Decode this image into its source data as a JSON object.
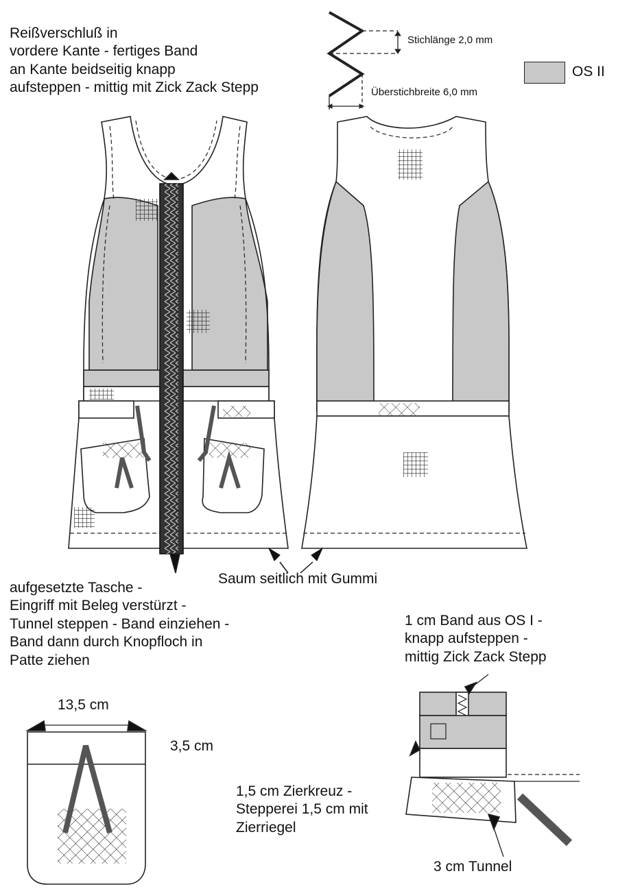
{
  "colors": {
    "fabric_os2": "#c8c8c8",
    "line": "#222222",
    "zipper": "#333333",
    "white": "#ffffff"
  },
  "legend": {
    "label": "OS II"
  },
  "stitch": {
    "length": "Stichlänge 2,0 mm",
    "width": "Überstichbreite 6,0 mm"
  },
  "notes": {
    "zipper": [
      "Reißverschluß in",
      "vordere Kante - fertiges Band",
      "an Kante beidseitig knapp",
      "aufsteppen - mittig mit Zick Zack Stepp"
    ],
    "hem": "Saum seitlich mit Gummi",
    "pocket": [
      "aufgesetzte Tasche -",
      "Eingriff mit Beleg verstürzt -",
      "Tunnel steppen - Band einziehen -",
      "Band dann durch Knopfloch in",
      "Patte ziehen"
    ],
    "band": [
      "1 cm Band aus OS I  -",
      "knapp aufsteppen -",
      "mittig Zick Zack Stepp"
    ],
    "zierkreuz": [
      "1,5 cm Zierkreuz -",
      "Stepperei 1,5 cm mit",
      "Zierriegel"
    ],
    "tunnel": "3 cm Tunnel"
  },
  "pocket_detail": {
    "width": "13,5 cm",
    "height": "3,5 cm"
  }
}
